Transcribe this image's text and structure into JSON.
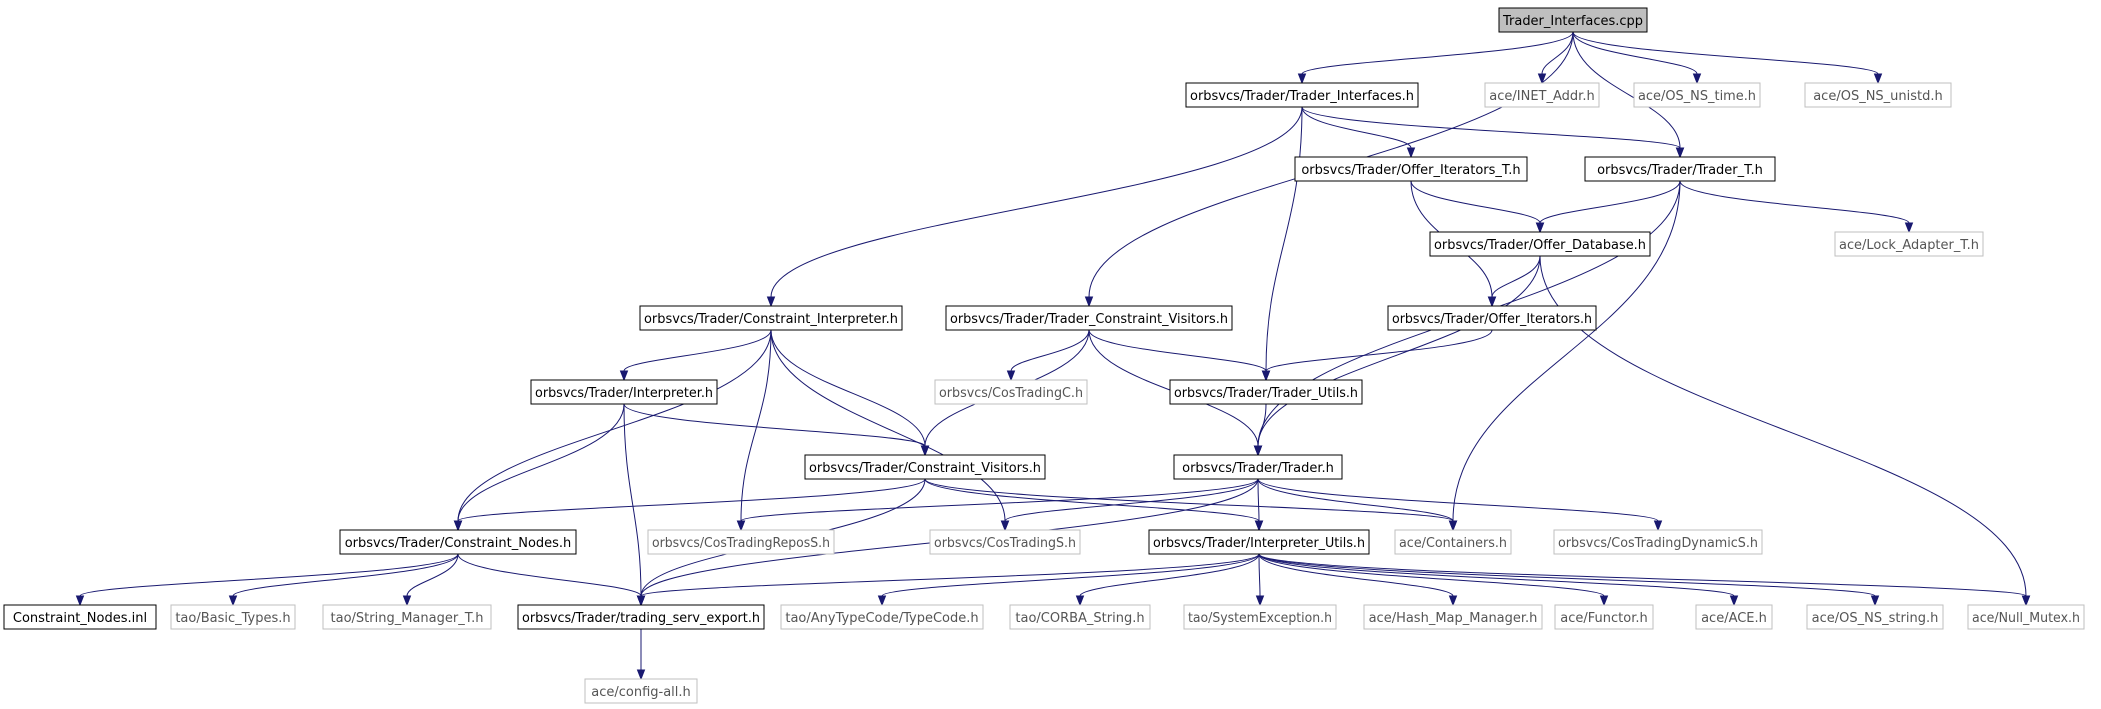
{
  "graph": {
    "colors": {
      "edge": "#191970",
      "root_fill": "#bfbfbf",
      "documented_border": "#000000",
      "external_border": "#bfbfbf"
    },
    "nodes": [
      {
        "id": "root",
        "label": "Trader_Interfaces.cpp",
        "kind": "root"
      },
      {
        "id": "ti_h",
        "label": "orbsvcs/Trader/Trader_Interfaces.h",
        "kind": "doc"
      },
      {
        "id": "inet",
        "label": "ace/INET_Addr.h",
        "kind": "ext"
      },
      {
        "id": "ostime",
        "label": "ace/OS_NS_time.h",
        "kind": "ext"
      },
      {
        "id": "osuni",
        "label": "ace/OS_NS_unistd.h",
        "kind": "ext"
      },
      {
        "id": "oit",
        "label": "orbsvcs/Trader/Offer_Iterators_T.h",
        "kind": "doc"
      },
      {
        "id": "tt",
        "label": "orbsvcs/Trader/Trader_T.h",
        "kind": "doc"
      },
      {
        "id": "odb",
        "label": "orbsvcs/Trader/Offer_Database.h",
        "kind": "doc"
      },
      {
        "id": "lock",
        "label": "ace/Lock_Adapter_T.h",
        "kind": "ext"
      },
      {
        "id": "ci",
        "label": "orbsvcs/Trader/Constraint_Interpreter.h",
        "kind": "doc"
      },
      {
        "id": "tcv",
        "label": "orbsvcs/Trader/Trader_Constraint_Visitors.h",
        "kind": "doc"
      },
      {
        "id": "oi",
        "label": "orbsvcs/Trader/Offer_Iterators.h",
        "kind": "doc"
      },
      {
        "id": "interp",
        "label": "orbsvcs/Trader/Interpreter.h",
        "kind": "doc"
      },
      {
        "id": "ctc",
        "label": "orbsvcs/CosTradingC.h",
        "kind": "ext"
      },
      {
        "id": "tu",
        "label": "orbsvcs/Trader/Trader_Utils.h",
        "kind": "doc"
      },
      {
        "id": "cv",
        "label": "orbsvcs/Trader/Constraint_Visitors.h",
        "kind": "doc"
      },
      {
        "id": "trader",
        "label": "orbsvcs/Trader/Trader.h",
        "kind": "doc"
      },
      {
        "id": "cn",
        "label": "orbsvcs/Trader/Constraint_Nodes.h",
        "kind": "doc"
      },
      {
        "id": "ctrs",
        "label": "orbsvcs/CosTradingReposS.h",
        "kind": "ext"
      },
      {
        "id": "cts",
        "label": "orbsvcs/CosTradingS.h",
        "kind": "ext"
      },
      {
        "id": "iu",
        "label": "orbsvcs/Trader/Interpreter_Utils.h",
        "kind": "doc"
      },
      {
        "id": "cont",
        "label": "ace/Containers.h",
        "kind": "ext"
      },
      {
        "id": "ctds",
        "label": "orbsvcs/CosTradingDynamicS.h",
        "kind": "ext"
      },
      {
        "id": "cninl",
        "label": "Constraint_Nodes.inl",
        "kind": "doc"
      },
      {
        "id": "bt",
        "label": "tao/Basic_Types.h",
        "kind": "ext"
      },
      {
        "id": "smt",
        "label": "tao/String_Manager_T.h",
        "kind": "ext"
      },
      {
        "id": "tse",
        "label": "orbsvcs/Trader/trading_serv_export.h",
        "kind": "doc"
      },
      {
        "id": "atc",
        "label": "tao/AnyTypeCode/TypeCode.h",
        "kind": "ext"
      },
      {
        "id": "corba",
        "label": "tao/CORBA_String.h",
        "kind": "ext"
      },
      {
        "id": "sysex",
        "label": "tao/SystemException.h",
        "kind": "ext"
      },
      {
        "id": "hmm",
        "label": "ace/Hash_Map_Manager.h",
        "kind": "ext"
      },
      {
        "id": "func",
        "label": "ace/Functor.h",
        "kind": "ext"
      },
      {
        "id": "ace",
        "label": "ace/ACE.h",
        "kind": "ext"
      },
      {
        "id": "osstr",
        "label": "ace/OS_NS_string.h",
        "kind": "ext"
      },
      {
        "id": "nm",
        "label": "ace/Null_Mutex.h",
        "kind": "ext"
      },
      {
        "id": "cfg",
        "label": "ace/config-all.h",
        "kind": "ext"
      }
    ],
    "edges": [
      [
        "root",
        "ti_h"
      ],
      [
        "root",
        "inet"
      ],
      [
        "root",
        "ostime"
      ],
      [
        "root",
        "osuni"
      ],
      [
        "root",
        "tt"
      ],
      [
        "root",
        "tcv"
      ],
      [
        "ti_h",
        "oit"
      ],
      [
        "ti_h",
        "tt"
      ],
      [
        "ti_h",
        "ci"
      ],
      [
        "ti_h",
        "tu"
      ],
      [
        "oit",
        "odb"
      ],
      [
        "oit",
        "oi"
      ],
      [
        "tt",
        "odb"
      ],
      [
        "tt",
        "lock"
      ],
      [
        "tt",
        "trader"
      ],
      [
        "tt",
        "cont"
      ],
      [
        "odb",
        "oi"
      ],
      [
        "odb",
        "trader"
      ],
      [
        "odb",
        "nm"
      ],
      [
        "ci",
        "interp"
      ],
      [
        "ci",
        "cn"
      ],
      [
        "ci",
        "cv"
      ],
      [
        "ci",
        "ctrs"
      ],
      [
        "ci",
        "cts"
      ],
      [
        "tcv",
        "ctc"
      ],
      [
        "tcv",
        "tu"
      ],
      [
        "tcv",
        "cv"
      ],
      [
        "tcv",
        "trader"
      ],
      [
        "oi",
        "tu"
      ],
      [
        "tu",
        "trader"
      ],
      [
        "interp",
        "cn"
      ],
      [
        "interp",
        "cv"
      ],
      [
        "interp",
        "tse"
      ],
      [
        "cv",
        "cn"
      ],
      [
        "cv",
        "iu"
      ],
      [
        "cv",
        "cont"
      ],
      [
        "cv",
        "tse"
      ],
      [
        "trader",
        "ctrs"
      ],
      [
        "trader",
        "cts"
      ],
      [
        "trader",
        "iu"
      ],
      [
        "trader",
        "cont"
      ],
      [
        "trader",
        "ctds"
      ],
      [
        "trader",
        "tse"
      ],
      [
        "cn",
        "cninl"
      ],
      [
        "cn",
        "bt"
      ],
      [
        "cn",
        "smt"
      ],
      [
        "cn",
        "tse"
      ],
      [
        "iu",
        "tse"
      ],
      [
        "iu",
        "atc"
      ],
      [
        "iu",
        "corba"
      ],
      [
        "iu",
        "sysex"
      ],
      [
        "iu",
        "hmm"
      ],
      [
        "iu",
        "func"
      ],
      [
        "iu",
        "ace"
      ],
      [
        "iu",
        "osstr"
      ],
      [
        "iu",
        "nm"
      ],
      [
        "tse",
        "cfg"
      ]
    ]
  }
}
